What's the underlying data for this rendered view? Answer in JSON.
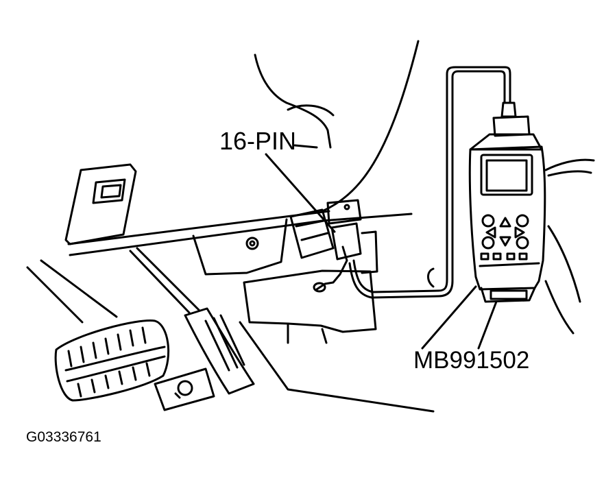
{
  "labels": {
    "connector": "16-PIN",
    "tool": "MB991502",
    "figure_id": "G03336761"
  },
  "colors": {
    "ink": "#000000",
    "paper": "#ffffff"
  }
}
